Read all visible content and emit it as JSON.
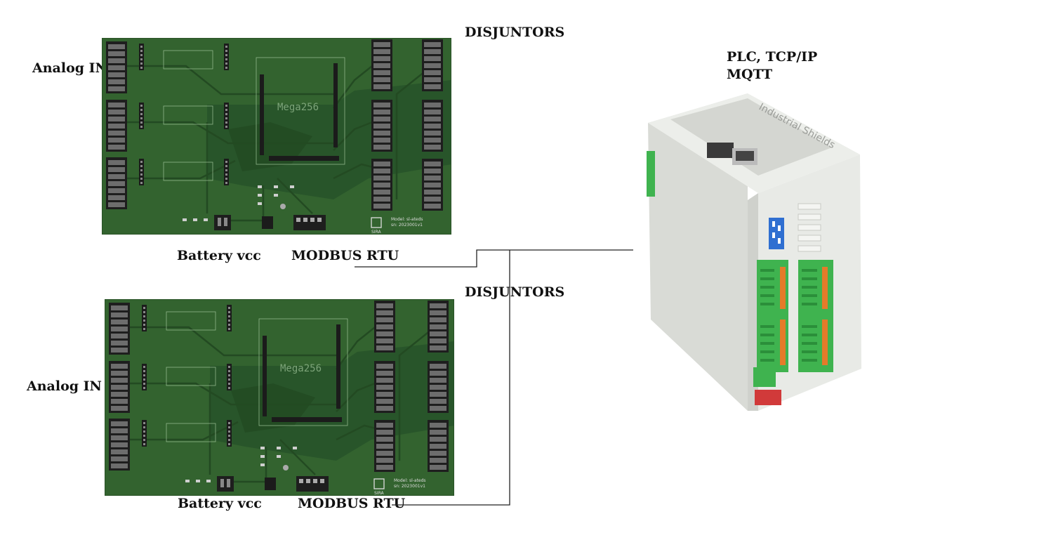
{
  "labels": {
    "board1_disjuntors": "DISJUNTORS",
    "board1_analog_in": "Analog IN",
    "board1_battery": "Battery vcc",
    "board1_modbus": "MODBUS RTU",
    "board2_disjuntors": "DISJUNTORS",
    "board2_analog_in": "Analog IN",
    "board2_battery": "Battery vcc",
    "board2_modbus": "MODBUS RTU",
    "plc_line1": "PLC, TCP/IP",
    "plc_line2": "MQTT"
  },
  "pcb": {
    "mcu_label": "Mega256",
    "brand": "SIRA",
    "model_line1": "Model: sl-ateds",
    "model_line2": "sn: 2023001v1"
  },
  "plc": {
    "brand": "Industrial Shields"
  },
  "colors": {
    "pcb_green": "#33632f",
    "trace_dark": "#234a22",
    "plc_body": "#e6e8e4",
    "terminal_green": "#3fb34f",
    "terminal_orange": "#e57b2a",
    "dip_blue": "#2f6fd1",
    "wire": "#222222"
  }
}
